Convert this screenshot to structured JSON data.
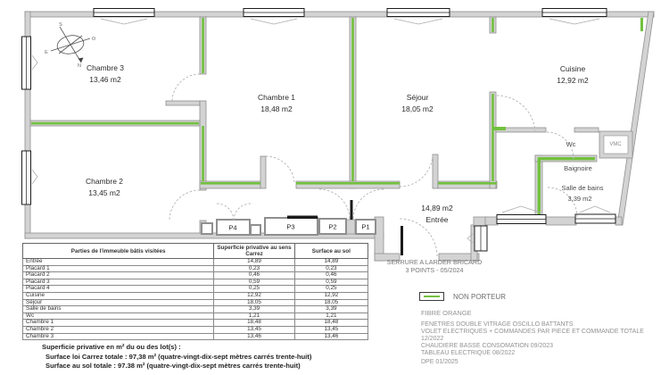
{
  "colors": {
    "non_porteur_green": "#72c13e",
    "wall_gray": "#d3d3d3",
    "wall_edge": "#8f8f8f"
  },
  "plan": {
    "compass": {
      "top": "S",
      "right": "O",
      "left": "E",
      "bottom": "N"
    },
    "rooms": {
      "chambre3": {
        "name": "Chambre 3",
        "area": "13,46 m2"
      },
      "chambre1": {
        "name": "Chambre 1",
        "area": "18,48 m2"
      },
      "sejour": {
        "name": "Séjour",
        "area": "18,05 m2"
      },
      "cuisine": {
        "name": "Cuisine",
        "area": "12,92 m2"
      },
      "chambre2": {
        "name": "Chambre 2",
        "area": "13,45 m2"
      },
      "entree": {
        "name": "Entrée",
        "area": "14,89 m2"
      },
      "wc": {
        "name": "Wc"
      },
      "vmc": {
        "name": "VMC"
      },
      "baignoire": {
        "name": "Baignoire"
      },
      "salle_de_bains": {
        "name": "Salle de bains",
        "area": "3,39 m2"
      }
    },
    "placards": {
      "p4": "P4",
      "p3": "P3",
      "p2": "P2",
      "p1": "P1"
    },
    "door_note_line1": "SERRURE A LARDER BRICARD",
    "door_note_line2": "3 POINTS - 05/2024"
  },
  "table": {
    "headers": [
      "Parties de l'immeuble bâtis visitées",
      "Superficie privative au sens Carrez",
      "Surface au sol"
    ],
    "rows": [
      [
        "Entrée",
        "14,89",
        "14,89"
      ],
      [
        "Placard 1",
        "0,23",
        "0,23"
      ],
      [
        "Placard 2",
        "0,46",
        "0,46"
      ],
      [
        "Placard 3",
        "0,59",
        "0,59"
      ],
      [
        "Placard 4",
        "0,25",
        "0,25"
      ],
      [
        "Cuisine",
        "12,92",
        "12,92"
      ],
      [
        "Séjour",
        "18,05",
        "18,05"
      ],
      [
        "Salle de bains",
        "3,39",
        "3,39"
      ],
      [
        "Wc",
        "1,21",
        "1,21"
      ],
      [
        "Chambre 1",
        "18,48",
        "18,48"
      ],
      [
        "Chambre 2",
        "13,45",
        "13,45"
      ],
      [
        "Chambre 3",
        "13,46",
        "13,46"
      ]
    ]
  },
  "summary": {
    "title": "Superficie privative en m² du ou des lot(s) :",
    "line1": "Surface loi Carrez totale : 97,38 m² (quatre-vingt-dix-sept mètres carrés trente-huit)",
    "line2": "Surface au sol totale : 97.38 m² (quatre-vingt-dix-sept mètres carrés trente-huit)"
  },
  "legend": {
    "non_porteur": "NON PORTEUR",
    "fibre": "FIBRE ORANGE",
    "fenetres_1": "FENETRES DOUBLE VITRAGE OSCILLO BATTANTS",
    "fenetres_2": "VOLET ELECTRIQUES + COMMANDES PAR PIECE ET COMMANDE TOTALE",
    "fenetres_3": "12/2022",
    "chaudiere": "CHAUDIERE BASSE CONSOMATION 09/2023",
    "tableau": "TABLEAU ELECTRIQUE 08/2022",
    "dpe": "DPE 01/2025"
  }
}
